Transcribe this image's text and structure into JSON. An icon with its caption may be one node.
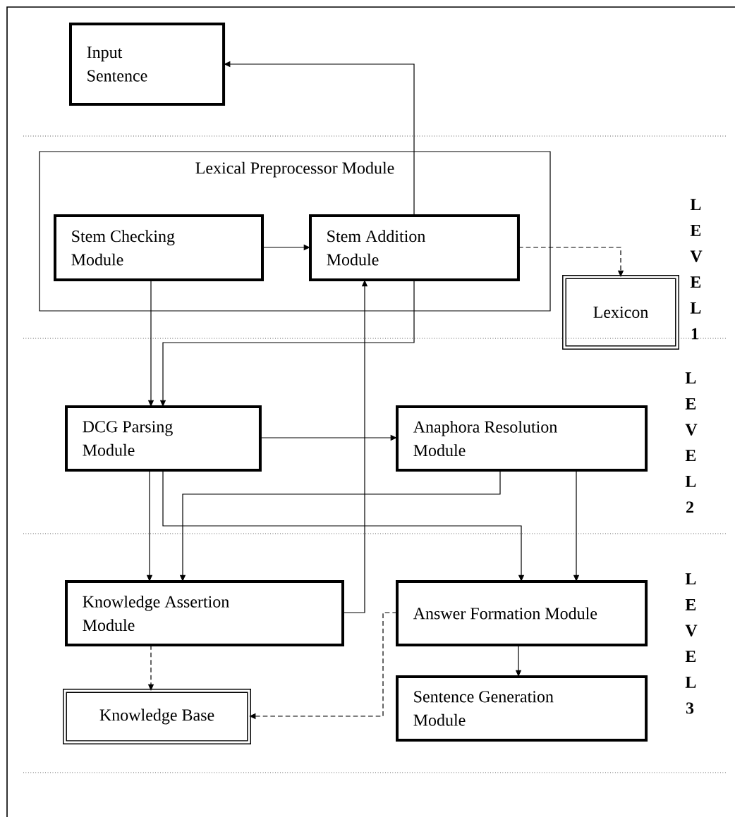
{
  "diagram": {
    "nodes": [
      {
        "text": [
          "Input Sentence"
        ]
      },
      {
        "text": [
          "Lexical Preprocessor Module"
        ]
      },
      {
        "text": [
          "Stem Checking Module"
        ],
        "in": 1
      },
      {
        "text": [
          "Stem Addition Module"
        ],
        "in": 1
      },
      {
        "text": [
          "Lexicon"
        ]
      },
      {
        "text": [
          "DCG Parsing Module"
        ]
      },
      {
        "text": [
          "Anaphora Resolution Module"
        ]
      },
      {
        "text": [
          "Knowledge Assertion Module"
        ]
      },
      {
        "text": [
          "Answer Formation Module"
        ]
      },
      {
        "text": [
          "Knowledge Base"
        ]
      },
      {
        "text": [
          "Sentence Generation Module"
        ]
      }
    ],
    "edges": [
      {
        "from": 3,
        "to": 0,
        "arrow": "to"
      },
      {
        "from": 2,
        "to": 3,
        "arrow": "to"
      },
      {
        "from": 3,
        "to": 4,
        "arrow": "to",
        "style": "dashed"
      },
      {
        "from": 2,
        "to": 5,
        "arrow": "to"
      },
      {
        "from": 3,
        "to": 5,
        "arrow": "to"
      },
      {
        "from": 7,
        "to": 3,
        "arrow": "to"
      },
      {
        "from": 5,
        "to": 6,
        "arrow": "to"
      },
      {
        "from": 6,
        "to": 7,
        "arrow": "to"
      },
      {
        "from": 5,
        "to": 7,
        "arrow": "to"
      },
      {
        "from": 5,
        "to": 8,
        "arrow": "to"
      },
      {
        "from": 6,
        "to": 8,
        "arrow": "to"
      },
      {
        "from": 7,
        "to": 9,
        "arrow": "to",
        "style": "dashed"
      },
      {
        "from": 8,
        "to": 9,
        "arrow": "to",
        "style": "dashed"
      },
      {
        "from": 8,
        "to": 10,
        "arrow": "to"
      }
    ],
    "labels": [
      "L E V E L 1",
      "L E V E L 2",
      "L E V E L 3"
    ]
  }
}
